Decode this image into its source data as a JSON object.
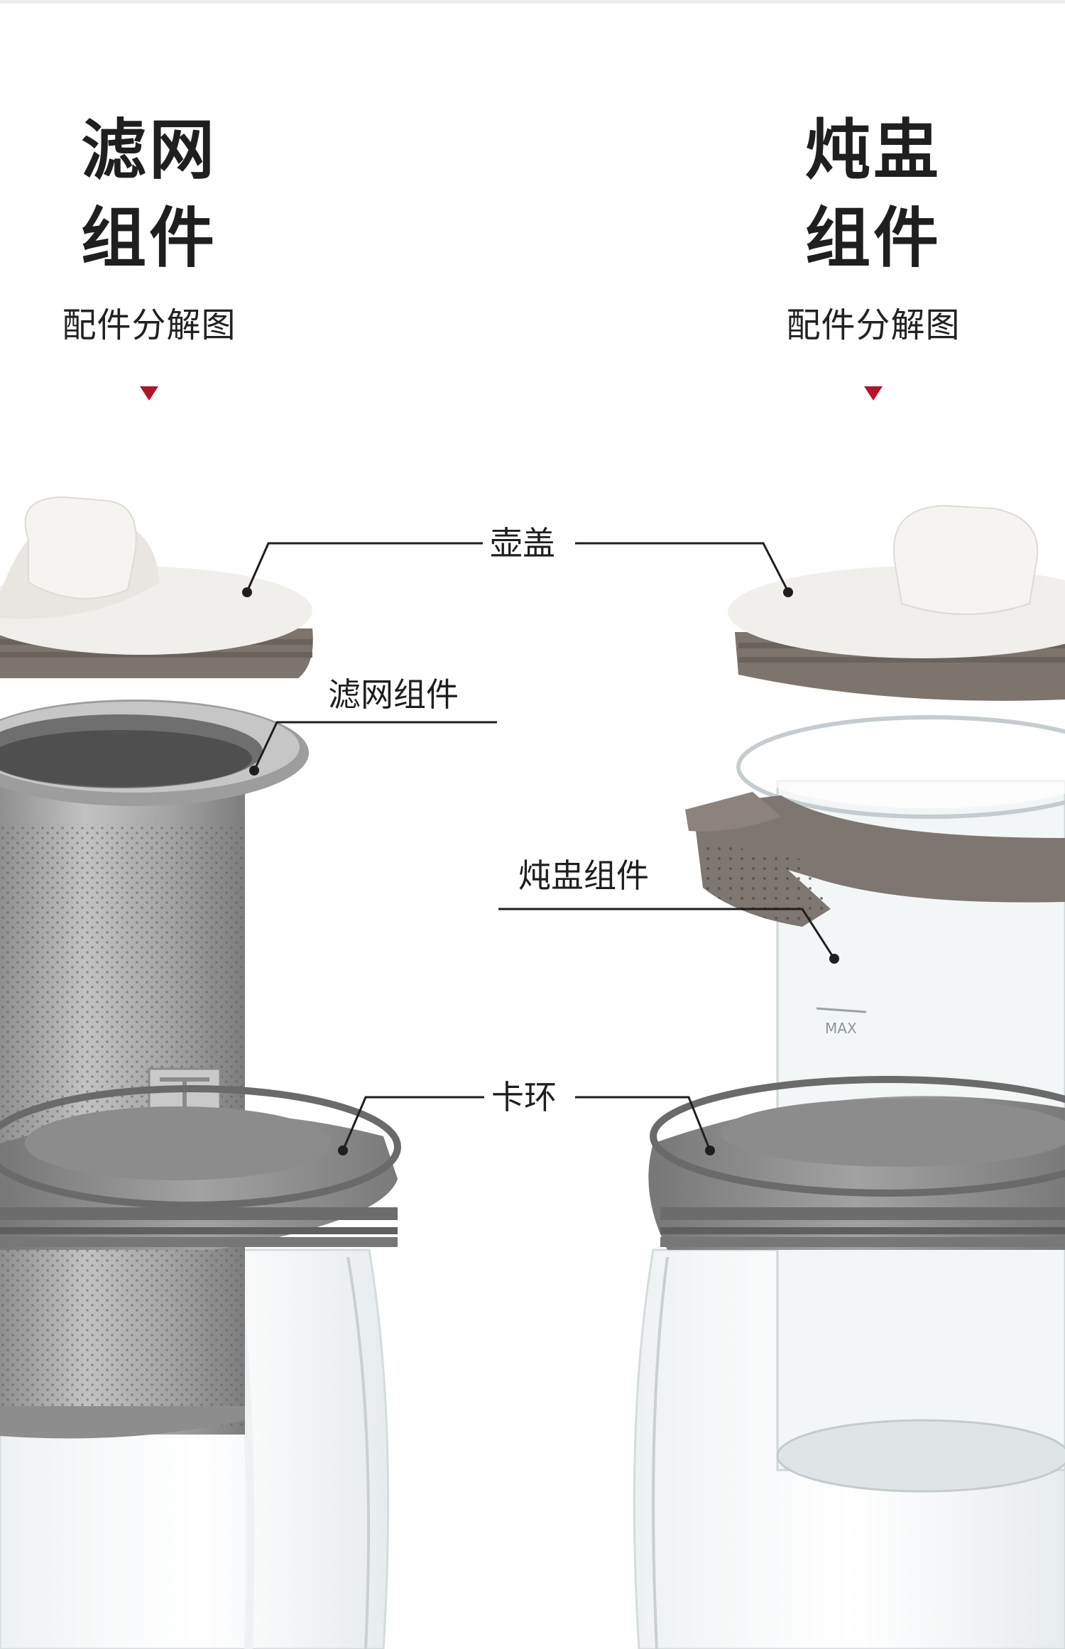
{
  "left_panel": {
    "title_line1": "滤网",
    "title_line2": "组件",
    "subtitle": "配件分解图"
  },
  "right_panel": {
    "title_line1": "炖盅",
    "title_line2": "组件",
    "subtitle": "配件分解图"
  },
  "callouts": {
    "lid": "壶盖",
    "filter": "滤网组件",
    "stew_cup": "炖盅组件",
    "ring": "卡环"
  },
  "cup_mark": "MAX",
  "colors": {
    "accent_triangle": "#b5132b",
    "lid_white": "#f1efec",
    "lid_gasket": "#7c746d",
    "steel": "#a6a6a6",
    "ring_grey": "#888888",
    "glass": "#dde4e6"
  }
}
